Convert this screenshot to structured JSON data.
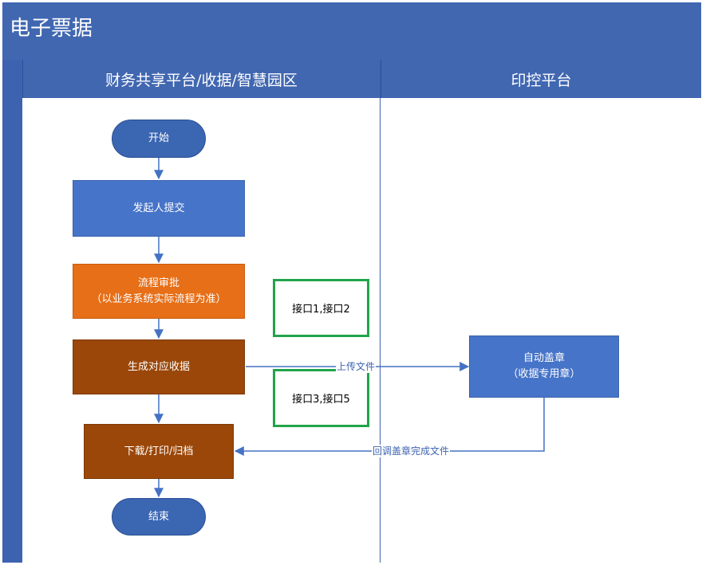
{
  "title": "电子票据",
  "lanes": [
    {
      "label": "财务共享平台/收据/智慧园区"
    },
    {
      "label": "印控平台"
    }
  ],
  "nodes": {
    "start": "开始",
    "submit": "发起人提交",
    "approval_line1": "流程审批",
    "approval_line2": "（以业务系统实际流程为准）",
    "generate": "生成对应收据",
    "download": "下载/打印/归档",
    "end": "结束",
    "auto_seal_line1": "自动盖章",
    "auto_seal_line2": "（收据专用章）"
  },
  "interfaces": {
    "box1": "接口1,接口2",
    "box2": "接口3,接口5"
  },
  "edge_labels": {
    "upload": "上传文件",
    "callback": "回调盖章完成文件"
  },
  "colors": {
    "header_blue": "#4167b1",
    "terminal": "#3b66b2",
    "process_blue": "#4674c8",
    "process_orange": "#e66f18",
    "process_brown": "#9a4709",
    "interface_border": "#20a44a",
    "connector": "#4472c4"
  }
}
